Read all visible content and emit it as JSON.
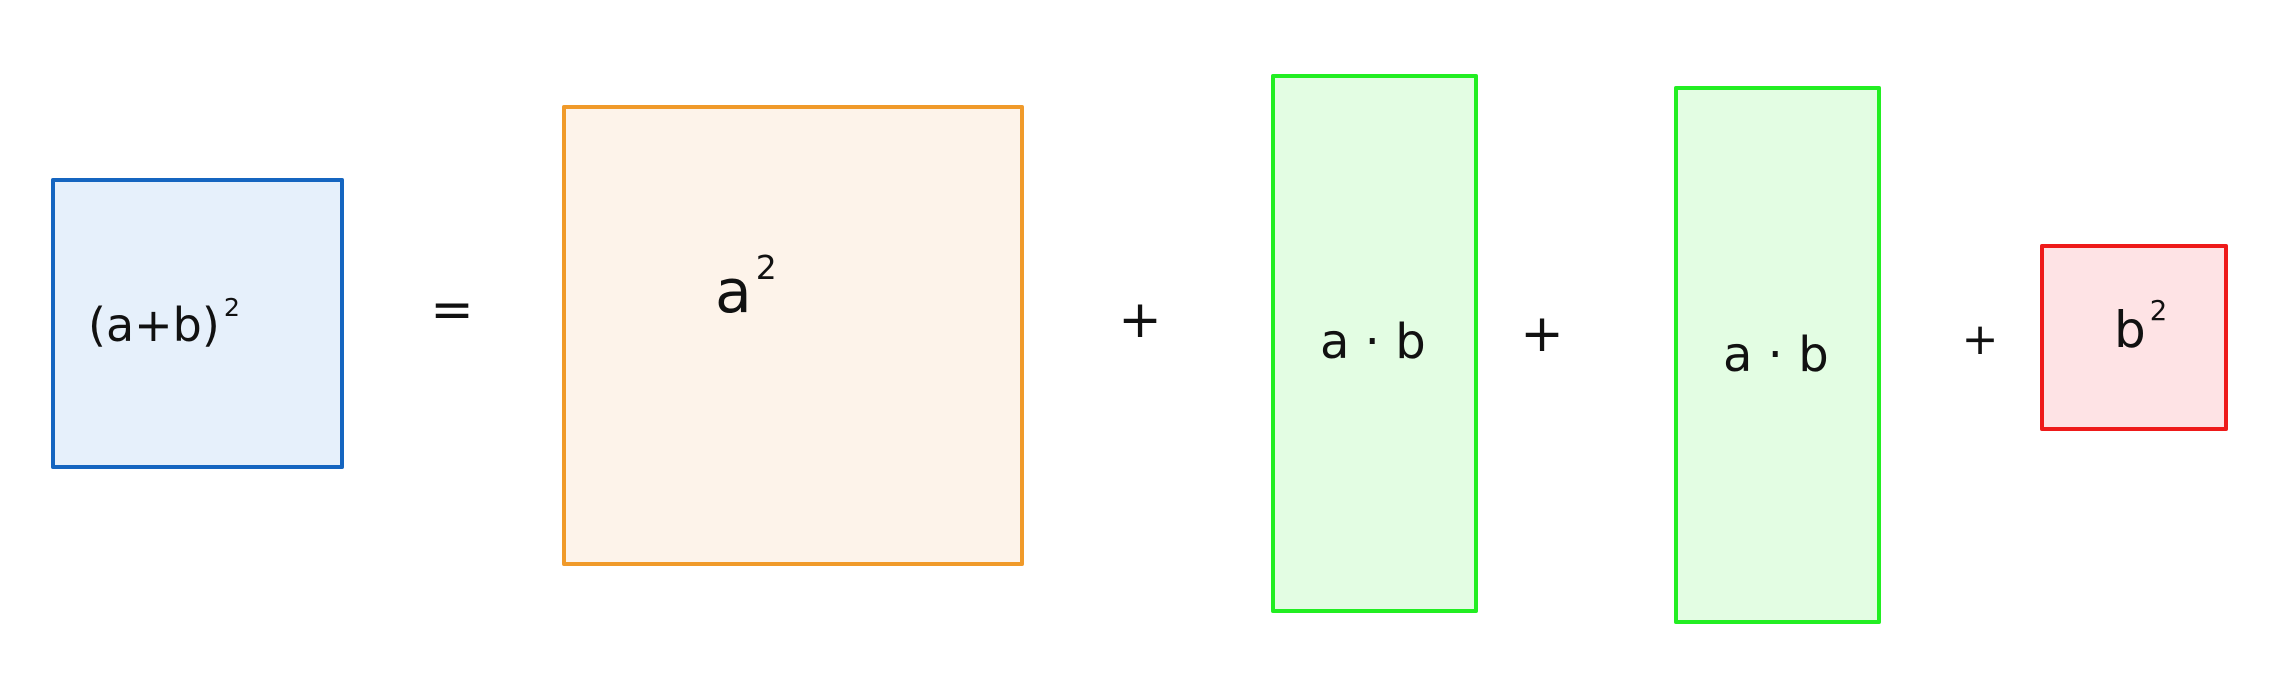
{
  "diagram": {
    "boxes": [
      {
        "id": "ab",
        "expr_main": "(a+b)",
        "expr_sup": "2",
        "stroke": "#1565c0",
        "fill": "#e6f0fb"
      },
      {
        "id": "a2",
        "expr_main": "a",
        "expr_sup": "2",
        "stroke": "#f09a2a",
        "fill": "#fdf3ea"
      },
      {
        "id": "ab1",
        "expr_main": "a · b",
        "expr_sup": "",
        "stroke": "#22ee22",
        "fill": "#e3fde3"
      },
      {
        "id": "ab2",
        "expr_main": "a · b",
        "expr_sup": "",
        "stroke": "#22ee22",
        "fill": "#e3fde3"
      },
      {
        "id": "b2",
        "expr_main": "b",
        "expr_sup": "2",
        "stroke": "#ee1a1a",
        "fill": "#fee3e5"
      }
    ],
    "operators": [
      "=",
      "+",
      "+",
      "+"
    ]
  }
}
